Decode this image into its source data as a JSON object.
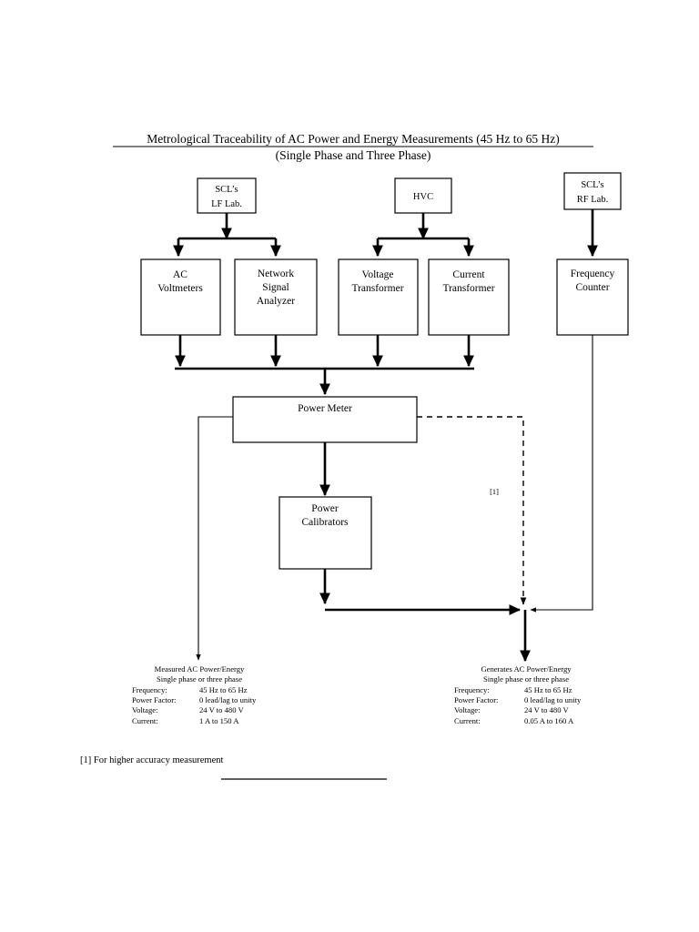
{
  "document": {
    "title_line1": "Metrological Traceability of AC Power and Energy Measurements (45 Hz to 65 Hz)",
    "title_line2": "(Single Phase and Three Phase)"
  },
  "sources": {
    "lf_lab": {
      "line1": "SCL’s",
      "line2": "LF Lab."
    },
    "hvc": {
      "line1": "HVC"
    },
    "rf_lab": {
      "line1": "SCL’s",
      "line2": "RF Lab."
    }
  },
  "instruments": {
    "ac_voltmeters": {
      "line1": "AC",
      "line2": "Voltmeters"
    },
    "network_signal_analyzer": {
      "line1": "Network",
      "line2": "Signal",
      "line3": "Analyzer"
    },
    "voltage_transformer": {
      "line1": "Voltage",
      "line2": "Transformer"
    },
    "current_transformer": {
      "line1": "Current",
      "line2": "Transformer"
    },
    "frequency_counter": {
      "line1": "Frequency",
      "line2": "Counter"
    }
  },
  "stages": {
    "power_meter": {
      "label": "Power Meter"
    },
    "power_calibrators": {
      "line1": "Power",
      "line2": "Calibrators"
    }
  },
  "annotations": {
    "note_marker": "[1]"
  },
  "measured_spec": {
    "heading1": "Measured AC Power/Energy",
    "heading2": "Single phase or three phase",
    "rows": [
      {
        "key": "Frequency:",
        "value": "45 Hz to 65 Hz"
      },
      {
        "key": "Power Factor:",
        "value": "0 lead/lag to unity"
      },
      {
        "key": "Voltage:",
        "value": "24 V to 480 V"
      },
      {
        "key": "Current:",
        "value": "1 A to 150 A"
      }
    ]
  },
  "generated_spec": {
    "heading1": "Generates AC Power/Energy",
    "heading2": "Single phase or three phase",
    "rows": [
      {
        "key": "Frequency:",
        "value": "45 Hz to 65 Hz"
      },
      {
        "key": "Power Factor:",
        "value": "0 lead/lag to unity"
      },
      {
        "key": "Voltage:",
        "value": "24 V to 480 V"
      },
      {
        "key": "Current:",
        "value": "0.05 A to 160 A"
      }
    ]
  },
  "footnote": {
    "text": "[1] For higher accuracy measurement"
  },
  "colors": {
    "ink": "#000000",
    "paper": "#ffffff"
  },
  "chart_data": {
    "type": "diagram",
    "title": "Metrological Traceability of AC Power and Energy Measurements (45 Hz to 65 Hz)",
    "nodes": [
      {
        "id": "lf_lab",
        "label": "SCL’s LF Lab.",
        "level": 0
      },
      {
        "id": "hvc",
        "label": "HVC",
        "level": 0
      },
      {
        "id": "rf_lab",
        "label": "SCL’s RF Lab.",
        "level": 0
      },
      {
        "id": "ac_voltmeters",
        "label": "AC Voltmeters",
        "level": 1
      },
      {
        "id": "network_signal_analyzer",
        "label": "Network Signal Analyzer",
        "level": 1
      },
      {
        "id": "voltage_transformer",
        "label": "Voltage Transformer",
        "level": 1
      },
      {
        "id": "current_transformer",
        "label": "Current Transformer",
        "level": 1
      },
      {
        "id": "frequency_counter",
        "label": "Frequency Counter",
        "level": 1
      },
      {
        "id": "power_meter",
        "label": "Power Meter",
        "level": 2
      },
      {
        "id": "power_calibrators",
        "label": "Power Calibrators",
        "level": 3
      },
      {
        "id": "measured_output",
        "label": "Measured AC Power/Energy",
        "level": 4
      },
      {
        "id": "generated_output",
        "label": "Generates AC Power/Energy",
        "level": 4
      }
    ],
    "edges": [
      {
        "from": "lf_lab",
        "to": "ac_voltmeters",
        "style": "solid"
      },
      {
        "from": "lf_lab",
        "to": "network_signal_analyzer",
        "style": "solid"
      },
      {
        "from": "hvc",
        "to": "voltage_transformer",
        "style": "solid"
      },
      {
        "from": "hvc",
        "to": "current_transformer",
        "style": "solid"
      },
      {
        "from": "rf_lab",
        "to": "frequency_counter",
        "style": "solid"
      },
      {
        "from": "ac_voltmeters",
        "to": "power_meter",
        "style": "solid"
      },
      {
        "from": "network_signal_analyzer",
        "to": "power_meter",
        "style": "solid"
      },
      {
        "from": "voltage_transformer",
        "to": "power_meter",
        "style": "solid"
      },
      {
        "from": "current_transformer",
        "to": "power_meter",
        "style": "solid"
      },
      {
        "from": "power_meter",
        "to": "power_calibrators",
        "style": "solid"
      },
      {
        "from": "power_meter",
        "to": "measured_output",
        "style": "solid"
      },
      {
        "from": "power_meter",
        "to": "generated_output",
        "style": "dashed",
        "note": "[1]"
      },
      {
        "from": "power_calibrators",
        "to": "generated_output",
        "style": "solid"
      },
      {
        "from": "frequency_counter",
        "to": "generated_output",
        "style": "solid"
      }
    ]
  }
}
